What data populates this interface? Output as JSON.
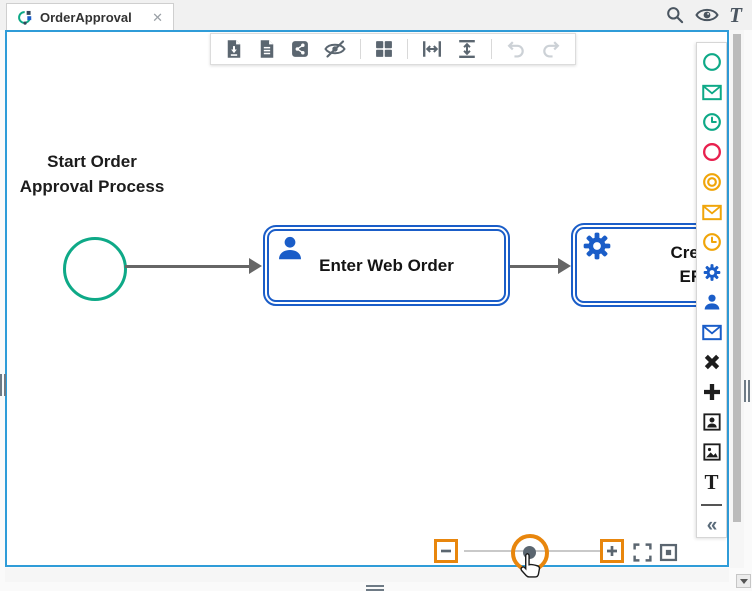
{
  "colors": {
    "teal": "#0ea987",
    "red": "#e8204e",
    "amber": "#f0a50a",
    "blue": "#1a5dc8",
    "slate": "#5b6670",
    "ink": "#1c1c1c",
    "orange": "#e8860d",
    "canvas-border": "#2f9cd8",
    "arrow": "#666666",
    "disabled": "#ccd1d6"
  },
  "header": {
    "tab": {
      "title": "OrderApproval",
      "close_glyph": "✕"
    },
    "text_tool_glyph": "T",
    "action_icons": [
      "search-icon",
      "preview-eye-icon",
      "text-tool-icon"
    ]
  },
  "toolbar": {
    "items": [
      "export-file",
      "document-outline",
      "share",
      "hide-preview",
      "grid-layout",
      "fit-width",
      "fit-height",
      "undo",
      "redo"
    ],
    "disabled_items": [
      "undo",
      "redo"
    ]
  },
  "diagram": {
    "start_label": {
      "line1": "Start Order",
      "line2": "Approval Process"
    },
    "task1": {
      "label": "Enter Web Order",
      "icon": "user-icon"
    },
    "task2": {
      "label_line1": "Create",
      "label_line2": "ERP",
      "icon": "gear-icon"
    }
  },
  "palette": {
    "items": [
      "start-event",
      "message-start-event",
      "timer-start-event",
      "end-event",
      "intermediate-event",
      "message-intermediate-event",
      "timer-intermediate-event",
      "service-task",
      "user-task",
      "message-task",
      "exclusive-gateway",
      "parallel-gateway",
      "participant-card",
      "image",
      "text-annotation"
    ],
    "text_glyph": "T",
    "collapse_glyph": "«"
  },
  "zoom_controls": {
    "items": [
      "zoom-out",
      "zoom-slider",
      "zoom-in",
      "fit-screen",
      "reset-zoom"
    ],
    "highlighted": [
      "zoom-out",
      "zoom-slider",
      "zoom-in"
    ]
  }
}
